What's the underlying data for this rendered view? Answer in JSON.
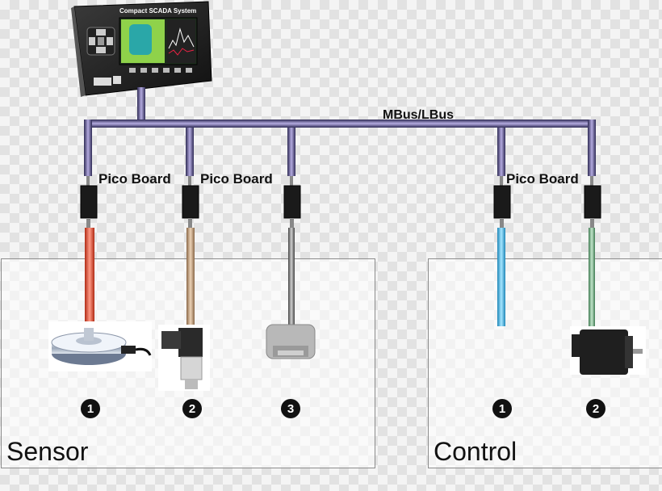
{
  "scada": {
    "title": "Compact SCADA System"
  },
  "bus": {
    "label": "MBus/LBus"
  },
  "boards": [
    {
      "label": "Pico Board"
    },
    {
      "label": "Pico Board"
    },
    {
      "label": "Pico Board"
    }
  ],
  "groups": {
    "sensor": {
      "label": "Sensor",
      "devices": [
        {
          "number": "1",
          "cable_color": "#e8543a"
        },
        {
          "number": "2",
          "cable_color": "#c8a27f"
        },
        {
          "number": "3",
          "cable_color": "#8a8a8a"
        }
      ]
    },
    "control": {
      "label": "Control",
      "devices": [
        {
          "number": "1",
          "cable_color": "#3fb8e6"
        },
        {
          "number": "2",
          "cable_color": "#7ab58a"
        }
      ]
    }
  },
  "colors": {
    "bus": "#8a80b8",
    "bus_edge": "#2f2b55"
  }
}
